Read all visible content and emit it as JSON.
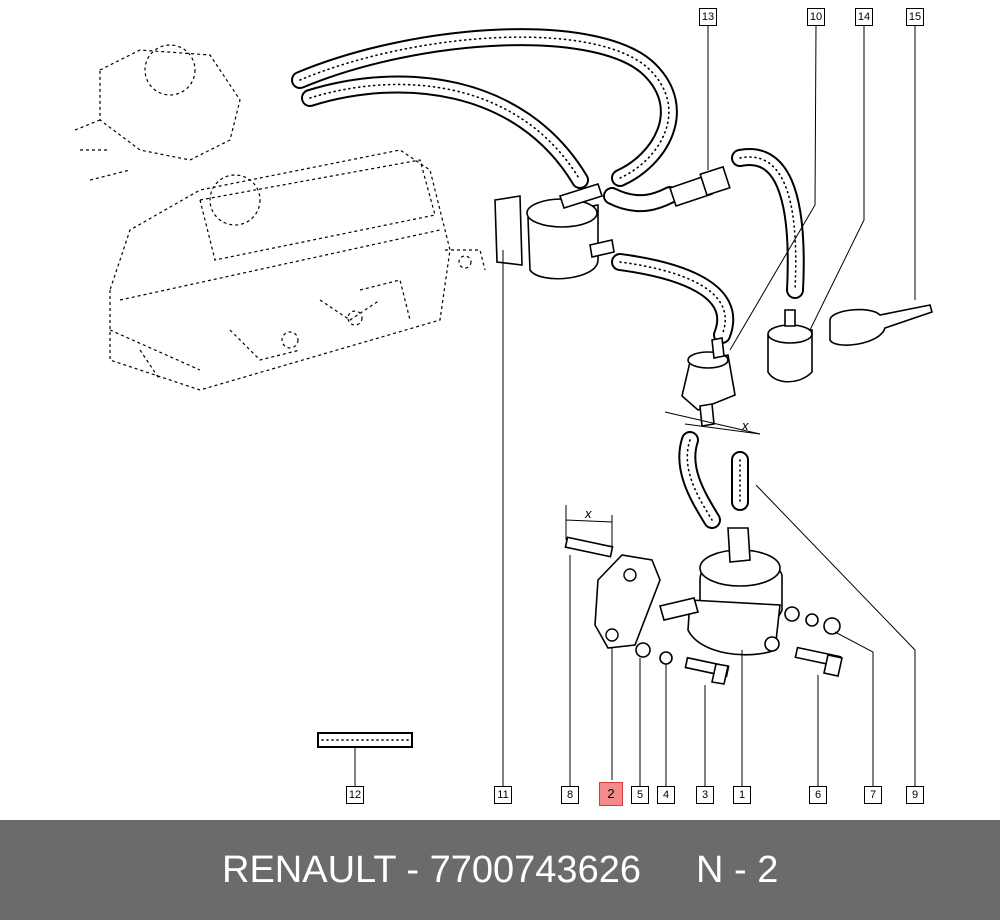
{
  "diagram": {
    "dimension_label_1": "x",
    "dimension_label_2": "x",
    "callouts": [
      {
        "label": "13",
        "highlighted": false
      },
      {
        "label": "10",
        "highlighted": false
      },
      {
        "label": "14",
        "highlighted": false
      },
      {
        "label": "15",
        "highlighted": false
      },
      {
        "label": "12",
        "highlighted": false
      },
      {
        "label": "11",
        "highlighted": false
      },
      {
        "label": "8",
        "highlighted": false
      },
      {
        "label": "2",
        "highlighted": true
      },
      {
        "label": "5",
        "highlighted": false
      },
      {
        "label": "4",
        "highlighted": false
      },
      {
        "label": "3",
        "highlighted": false
      },
      {
        "label": "1",
        "highlighted": false
      },
      {
        "label": "6",
        "highlighted": false
      },
      {
        "label": "7",
        "highlighted": false
      },
      {
        "label": "9",
        "highlighted": false
      }
    ]
  },
  "footer": {
    "part_text": "RENAULT - 7700743626",
    "ref_text": "N - 2"
  }
}
